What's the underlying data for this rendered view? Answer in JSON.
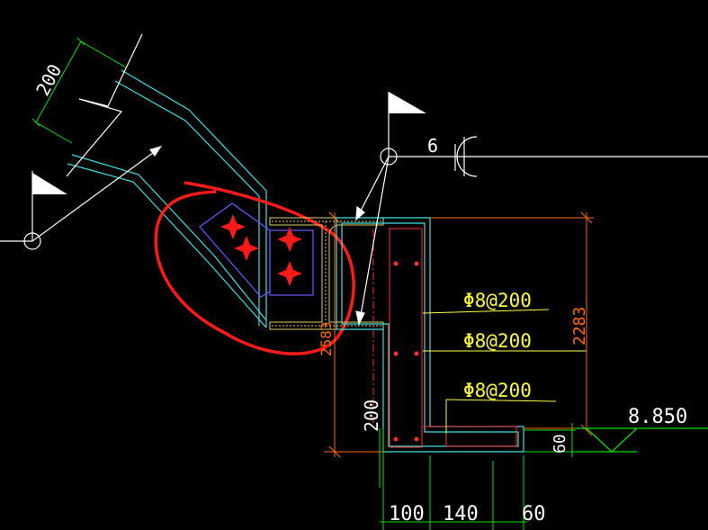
{
  "colors": {
    "background": "#000000",
    "outline": "#40e0e0",
    "dimension": "#00e000",
    "dimension_orange": "#ff6a00",
    "rebar": "#ff3030",
    "rebar_text": "#ffff40",
    "inner_box": "#6a5aff",
    "white": "#ffffff",
    "highlight": "#ff1a1a",
    "hatch": "#e0d060"
  },
  "dimensions": {
    "top_left": "200",
    "vertical_left": "200",
    "vertical_small_orange": "2583",
    "vertical_right": "2283",
    "right_small": "60",
    "bottom": [
      "100",
      "140",
      "60"
    ]
  },
  "rebar_labels": [
    "Φ8@200",
    "Φ8@200",
    "Φ8@200"
  ],
  "elevation": "8.850",
  "weld_symbol": {
    "size": "6"
  },
  "icons": [
    "flag-icon",
    "flag-icon",
    "weld-symbol-icon",
    "elevation-triangle-icon"
  ]
}
